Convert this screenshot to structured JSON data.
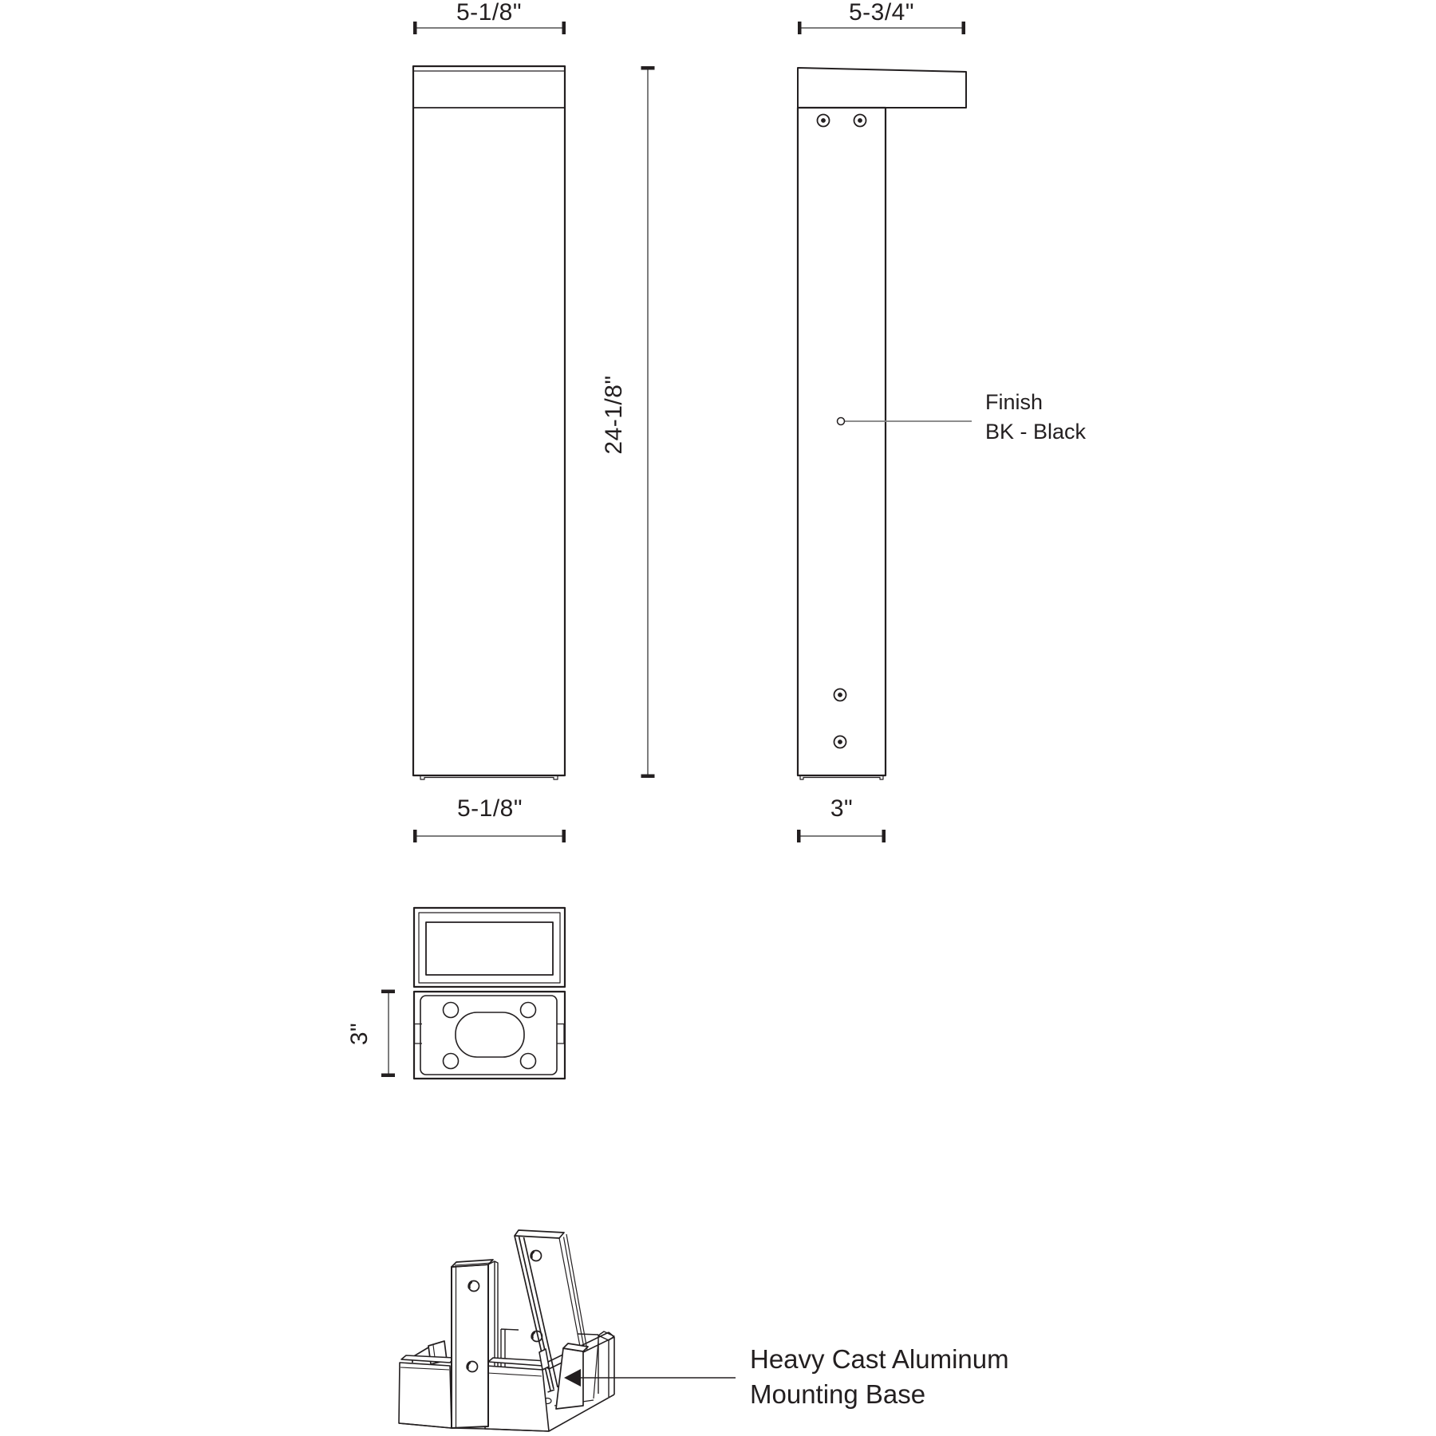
{
  "front_view": {
    "width_top": "5-1/8\"",
    "width_bottom": "5-1/8\"",
    "height": "24-1/8\""
  },
  "side_view": {
    "width_top": "5-3/4\"",
    "width_bottom": "3\"",
    "finish": {
      "line1": "Finish",
      "line2": "BK - Black"
    }
  },
  "top_view": {
    "depth": "3\""
  },
  "base_view": {
    "callout": {
      "line1": "Heavy Cast Aluminum",
      "line2": "Mounting Base"
    }
  },
  "colors": {
    "object_line": "#231f20",
    "dimension_line": "#7d7d7d",
    "background": "#ffffff"
  }
}
